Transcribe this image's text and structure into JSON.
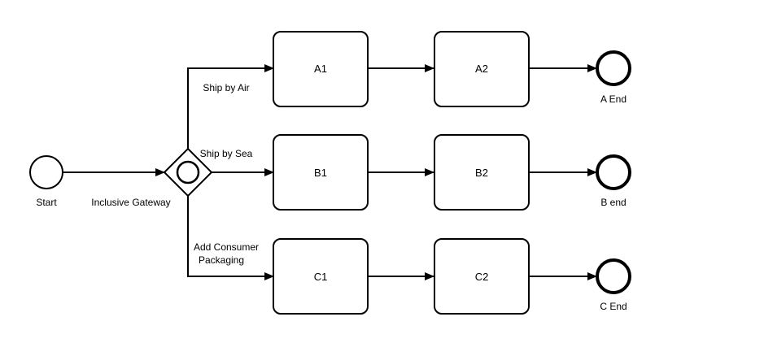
{
  "colors": {
    "stroke": "#000000",
    "fill": "#ffffff"
  },
  "start_event": {
    "label": "Start"
  },
  "gateway": {
    "label": "Inclusive Gateway",
    "icon": "inclusive-gateway-icon"
  },
  "flows": {
    "air": "Ship by Air",
    "sea": "Ship by Sea",
    "consumer_line1": "Add Consumer",
    "consumer_line2": "Packaging"
  },
  "tasks": {
    "a1": "A1",
    "a2": "A2",
    "b1": "B1",
    "b2": "B2",
    "c1": "C1",
    "c2": "C2"
  },
  "end_events": {
    "a": "A End",
    "b": "B end",
    "c": "C End"
  }
}
